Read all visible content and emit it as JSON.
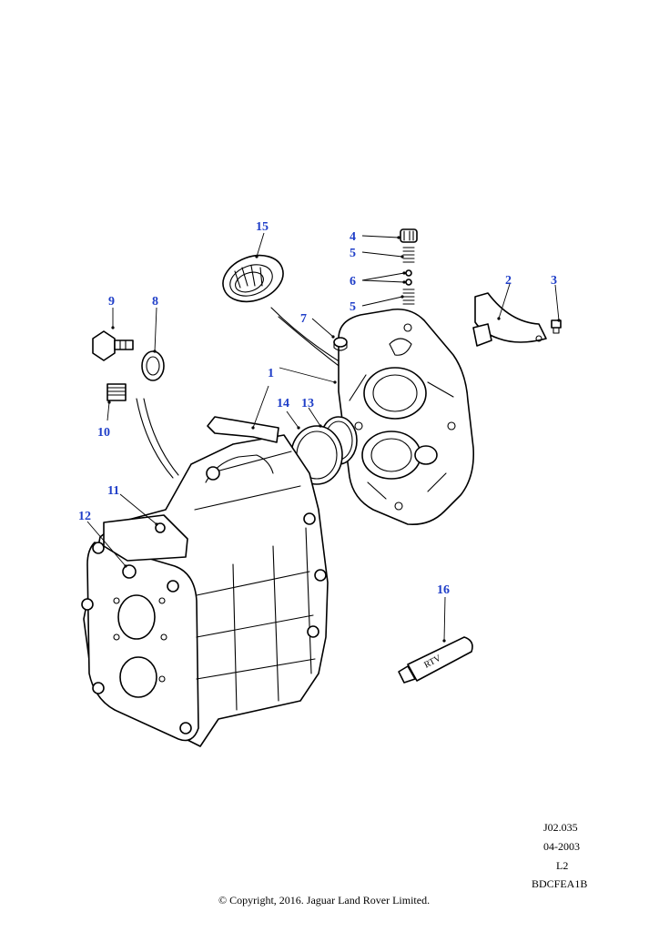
{
  "colors": {
    "callout": "#1f3ec8",
    "line": "#000000",
    "background": "#ffffff"
  },
  "parts": {
    "p1": "1",
    "p2": "2",
    "p3": "3",
    "p4": "4",
    "p5a": "5",
    "p5b": "5",
    "p6": "6",
    "p7": "7",
    "p8": "8",
    "p9": "9",
    "p10": "10",
    "p11": "11",
    "p12": "12",
    "p13": "13",
    "p14": "14",
    "p15": "15",
    "p16": "16"
  },
  "tube_label": "RTV",
  "footer": {
    "code": "J02.035",
    "date": "04-2003",
    "level": "L2",
    "ref": "BDCFEA1B",
    "copyright": "© Copyright, 2016. Jaguar Land Rover Limited."
  }
}
